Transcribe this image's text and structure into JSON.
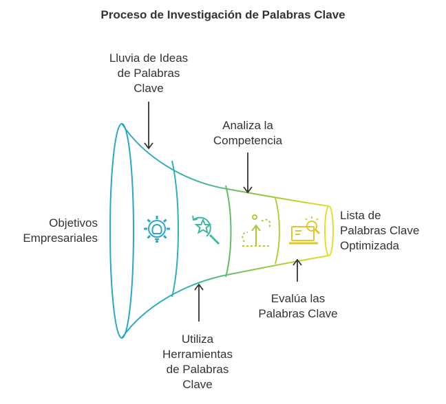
{
  "title": "Proceso de Investigación de Palabras Clave",
  "input_label": "Objetivos\nEmpresariales",
  "output_label": "Lista de\nPalabras Clave\nOptimizada",
  "steps": [
    {
      "label": "Lluvia de Ideas\nde Palabras\nClave",
      "icon": "gear-bulb-icon",
      "color": "#2aa7c8"
    },
    {
      "label": "Utiliza\nHerramientas\nde Palabras\nClave",
      "icon": "star-search-icon",
      "color": "#3bb8a0"
    },
    {
      "label": "Analiza la\nCompetencia",
      "icon": "growth-arrow-icon",
      "color": "#8dc63f"
    },
    {
      "label": "Evalúa las\nPalabras Clave",
      "icon": "laptop-search-icon",
      "color": "#e3d832"
    }
  ]
}
